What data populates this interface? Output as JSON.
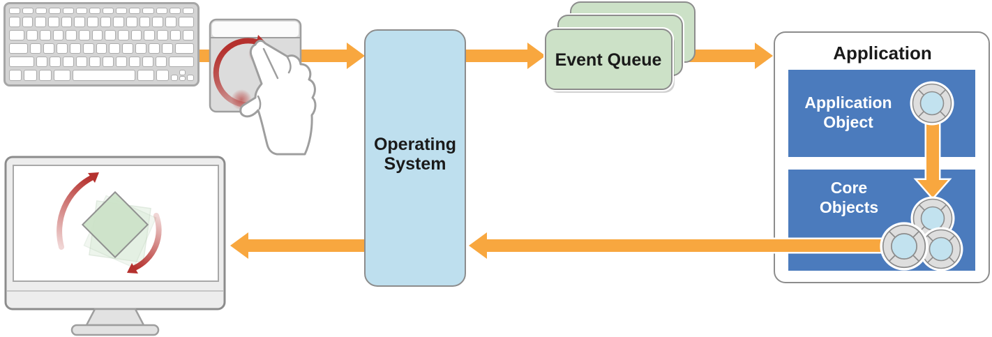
{
  "diagram": {
    "kind": "event-flow-diagram",
    "labels": {
      "operating_system": [
        "Operating",
        "System"
      ],
      "event_queue": "Event Queue",
      "application": "Application",
      "application_object": [
        "Application",
        "Object"
      ],
      "core_objects": [
        "Core",
        "Objects"
      ]
    },
    "icons": [
      "keyboard-icon",
      "trackpad-rotate-gesture-icon",
      "hand-two-finger-icon",
      "rotation-arrow-icon",
      "display-rotated-square-icon",
      "life-preserver-icon"
    ],
    "edges": [
      {
        "from": "input-devices",
        "to": "operating-system"
      },
      {
        "from": "operating-system",
        "to": "event-queue"
      },
      {
        "from": "event-queue",
        "to": "application"
      },
      {
        "from": "application-object",
        "to": "core-objects"
      },
      {
        "from": "core-objects",
        "to": "operating-system"
      },
      {
        "from": "operating-system",
        "to": "display"
      }
    ],
    "event_queue_card_count": 3,
    "core_object_icon_count": 3,
    "colors": {
      "flow_arrow": "#F8A73F",
      "gesture_arrow": "#B5312E",
      "os_fill": "#BEDFEE",
      "queue_fill": "#CCE1C7",
      "panel_blue": "#4B7BBD",
      "rotation_square": "#CDE3C9",
      "outline_gray": "#8C8C8C",
      "label_dark": "#1A1A1A",
      "label_light": "#FFFFFF",
      "preserver_center": "#C2E2EF"
    }
  }
}
